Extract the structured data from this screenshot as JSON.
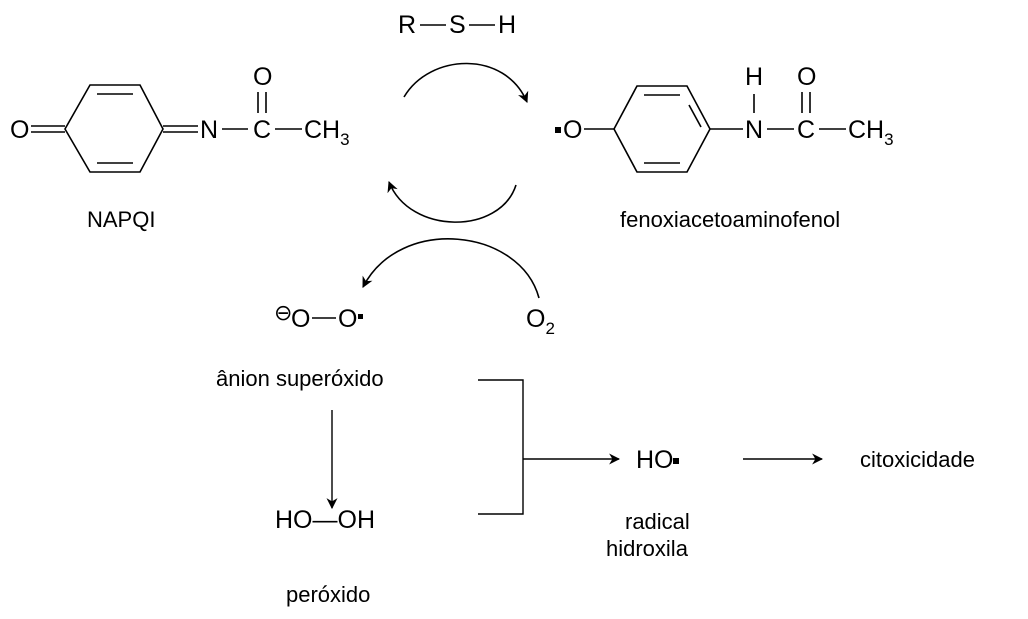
{
  "reagent": {
    "r": "R",
    "s": "S",
    "h": "H"
  },
  "napqi": {
    "o": "O",
    "n": "N",
    "c": "C",
    "o_top": "O",
    "ch": "CH",
    "ch_sub": "3",
    "name": "NAPQI"
  },
  "fenoxi": {
    "o": "O",
    "n": "N",
    "h": "H",
    "c": "C",
    "o_top": "O",
    "ch": "CH",
    "ch_sub": "3",
    "name": "fenoxiacetoaminofenol"
  },
  "superoxide": {
    "charge": "⊖",
    "o1": "O",
    "o2": "O",
    "name": "ânion superóxido"
  },
  "oxygen": {
    "o": "O",
    "sub": "2"
  },
  "peroxide": {
    "formula": "HO—OH",
    "name": "peróxido"
  },
  "hydroxyl": {
    "formula": "HO",
    "name_line1": "radical",
    "name_line2": "hidroxila"
  },
  "outcome": {
    "label": "citoxicidade"
  },
  "colors": {
    "ink": "#000000",
    "background": "#ffffff"
  }
}
